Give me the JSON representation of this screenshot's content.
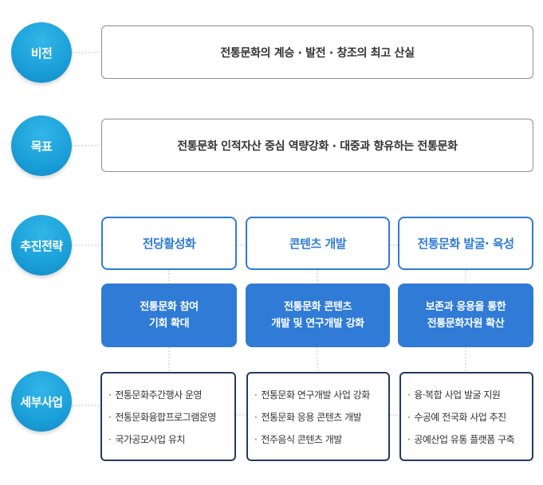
{
  "rows": {
    "vision": {
      "label": "비전",
      "text": "전통문화의 계승 · 발전 · 창조의 최고 산실"
    },
    "goal": {
      "label": "목표",
      "text": "전통문화 인적자산 중심 역량강화 · 대중과 향유하는 전통문화"
    },
    "strategy": {
      "label": "추진전략"
    },
    "detail": {
      "label": "세부사업"
    }
  },
  "strategies": [
    {
      "title": "전당활성화",
      "task": [
        "전통문화 참여",
        "기회 확대"
      ]
    },
    {
      "title": "콘텐츠 개발",
      "task": [
        "전통문화 콘텐츠",
        "개발 및 연구개발 강화"
      ]
    },
    {
      "title": "전통문화 발굴· 육성",
      "task": [
        "보존과 응용을 통한",
        "전통문화자원 확산"
      ]
    }
  ],
  "details": [
    [
      "전통문화주간행사 운영",
      "전통문화융합프로그램운영",
      "국가공모사업 유치"
    ],
    [
      "전통문화 연구개발 사업 강화",
      "전통문화 응용 콘텐츠 개발",
      "전주음식 콘텐츠 개발"
    ],
    [
      "융·복합 사업 발굴 지원",
      "수공예 전국화 사업 추진",
      "공예산업 유통 플랫폼 구축"
    ]
  ],
  "colors": {
    "circle": "#1a9fd8",
    "strategy_border": "#2f7bd6",
    "task_fill": "#2f7bd6",
    "detail_border": "#243a5e",
    "frame_border": "#8a8f96"
  }
}
